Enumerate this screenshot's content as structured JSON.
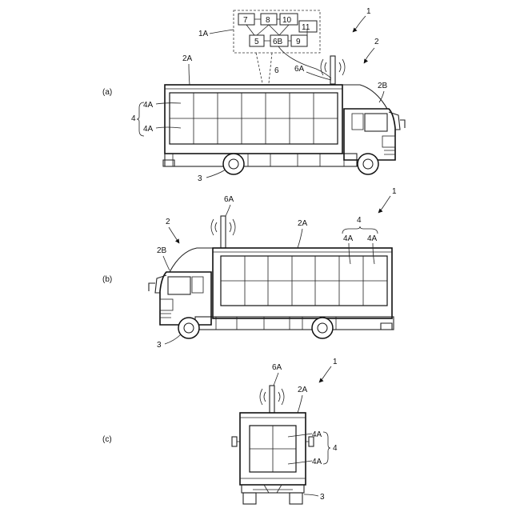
{
  "views": {
    "a": {
      "label": "(a)",
      "refs": {
        "device": "1",
        "system_1A": "1A",
        "truck": "2",
        "body": "2A",
        "cab": "2B",
        "wheel": "3",
        "panel_group": "4",
        "panel_top": "4A",
        "panel_bottom": "4A",
        "antenna_cable": "6",
        "antenna": "6A"
      },
      "blocks": [
        "7",
        "8",
        "10",
        "11",
        "5",
        "6B",
        "9"
      ]
    },
    "b": {
      "label": "(b)",
      "refs": {
        "device": "1",
        "truck": "2",
        "body": "2A",
        "cab": "2B",
        "wheel": "3",
        "panel_group": "4",
        "panel_left": "4A",
        "panel_right": "4A",
        "antenna": "6A"
      }
    },
    "c": {
      "label": "(c)",
      "refs": {
        "device": "1",
        "body": "2A",
        "wheel": "3",
        "panel_group": "4",
        "panel_top": "4A",
        "panel_bottom": "4A",
        "antenna": "6A"
      }
    }
  }
}
